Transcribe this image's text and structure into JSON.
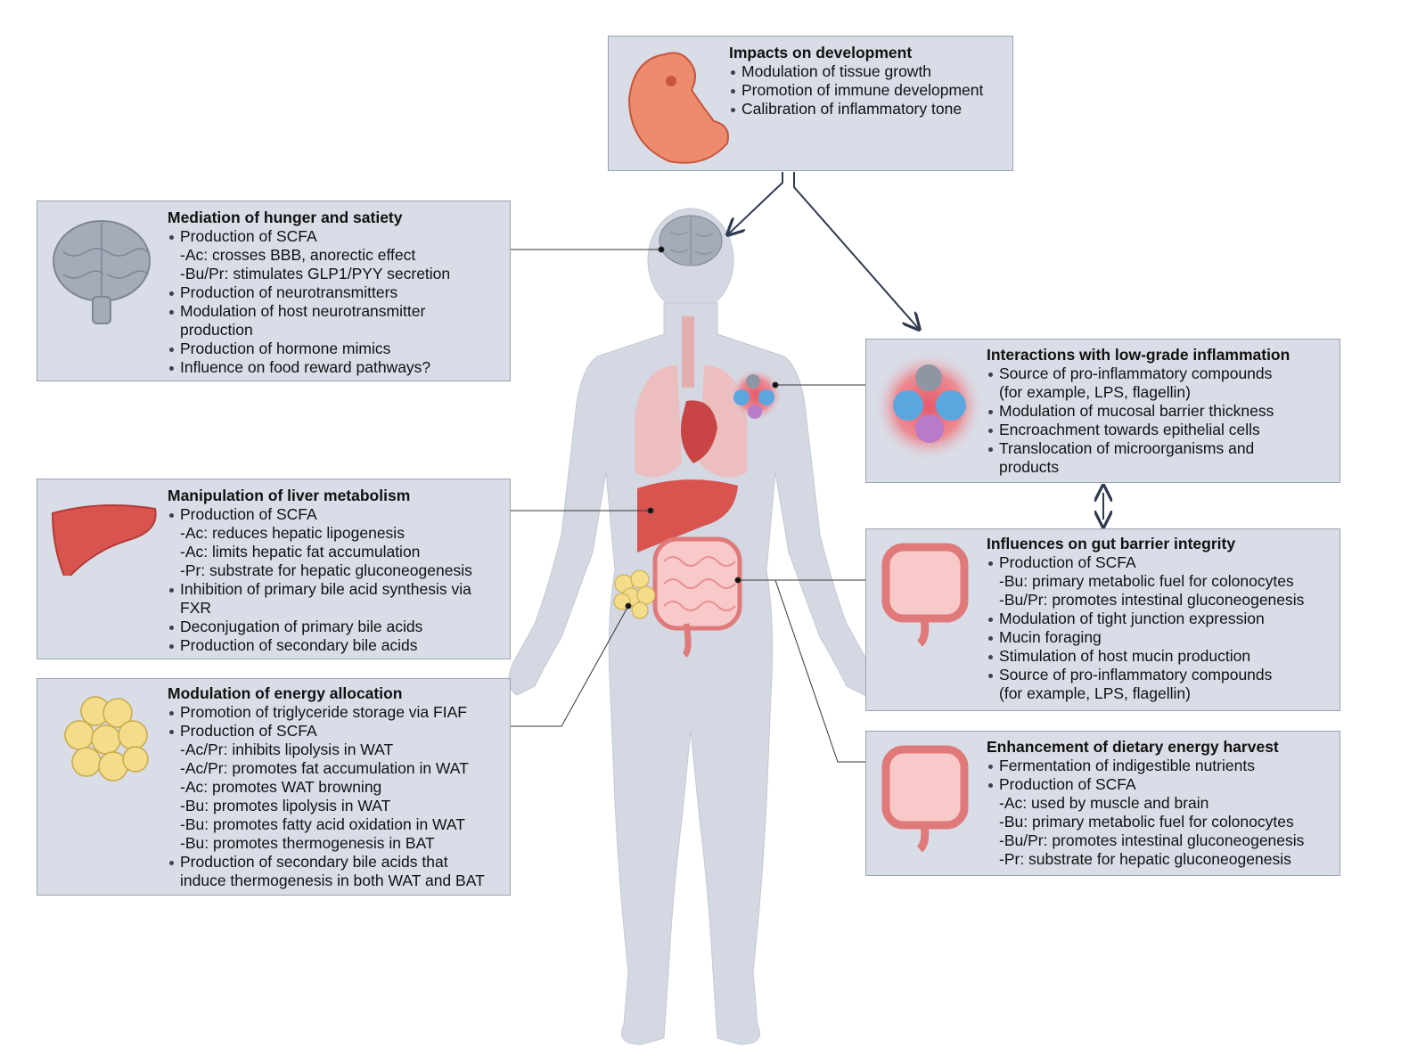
{
  "boxes": {
    "development": {
      "title": "Impacts on development",
      "lines": [
        {
          "t": "b",
          "text": "Modulation of tissue growth"
        },
        {
          "t": "b",
          "text": "Promotion of immune development"
        },
        {
          "t": "b",
          "text": "Calibration of inflammatory tone"
        }
      ]
    },
    "hunger": {
      "title": "Mediation of hunger and satiety",
      "lines": [
        {
          "t": "b",
          "text": "Production of SCFA"
        },
        {
          "t": "sub",
          "text": "-Ac: crosses BBB, anorectic effect"
        },
        {
          "t": "sub",
          "text": "-Bu/Pr: stimulates GLP1/PYY secretion"
        },
        {
          "t": "b",
          "text": "Production of neurotransmitters"
        },
        {
          "t": "b",
          "text": "Modulation of host neurotransmitter"
        },
        {
          "t": "cont",
          "text": "production"
        },
        {
          "t": "b",
          "text": "Production of hormone mimics"
        },
        {
          "t": "b",
          "text": "Influence on food reward pathways?"
        }
      ]
    },
    "liver": {
      "title": "Manipulation of liver metabolism",
      "lines": [
        {
          "t": "b",
          "text": "Production of SCFA"
        },
        {
          "t": "sub",
          "text": "-Ac: reduces hepatic lipogenesis"
        },
        {
          "t": "sub",
          "text": "-Ac: limits hepatic fat accumulation"
        },
        {
          "t": "sub",
          "text": "-Pr: substrate for hepatic gluconeogenesis"
        },
        {
          "t": "b",
          "text": "Inhibition of primary bile acid synthesis via"
        },
        {
          "t": "cont",
          "text": "FXR"
        },
        {
          "t": "b",
          "text": "Deconjugation of primary bile acids"
        },
        {
          "t": "b",
          "text": "Production of secondary bile acids"
        }
      ]
    },
    "energy": {
      "title": "Modulation of energy allocation",
      "lines": [
        {
          "t": "b",
          "text": "Promotion of triglyceride storage via FIAF"
        },
        {
          "t": "b",
          "text": "Production of SCFA"
        },
        {
          "t": "sub",
          "text": "-Ac/Pr: inhibits lipolysis in WAT"
        },
        {
          "t": "sub",
          "text": "-Ac/Pr: promotes fat accumulation in WAT"
        },
        {
          "t": "sub",
          "text": "-Ac: promotes WAT browning"
        },
        {
          "t": "sub",
          "text": "-Bu: promotes lipolysis in WAT"
        },
        {
          "t": "sub",
          "text": "-Bu: promotes fatty acid oxidation in WAT"
        },
        {
          "t": "sub",
          "text": "-Bu: promotes thermogenesis in BAT"
        },
        {
          "t": "b",
          "text": "Production of secondary bile acids that"
        },
        {
          "t": "cont",
          "text": "induce thermogenesis in both WAT and BAT"
        }
      ]
    },
    "inflammation": {
      "title": "Interactions with low-grade inflammation",
      "lines": [
        {
          "t": "b",
          "text": "Source of pro-inflammatory compounds"
        },
        {
          "t": "cont",
          "text": "(for example, LPS, flagellin)"
        },
        {
          "t": "b",
          "text": "Modulation of mucosal barrier thickness"
        },
        {
          "t": "b",
          "text": "Encroachment towards epithelial cells"
        },
        {
          "t": "b",
          "text": "Translocation of microorganisms and"
        },
        {
          "t": "cont",
          "text": "products"
        }
      ]
    },
    "barrier": {
      "title": "Influences on gut barrier integrity",
      "lines": [
        {
          "t": "b",
          "text": "Production of SCFA"
        },
        {
          "t": "sub",
          "text": "-Bu: primary metabolic fuel for colonocytes"
        },
        {
          "t": "sub",
          "text": "-Bu/Pr: promotes intestinal gluconeogenesis"
        },
        {
          "t": "b",
          "text": "Modulation of tight junction expression"
        },
        {
          "t": "b",
          "text": "Mucin foraging"
        },
        {
          "t": "b",
          "text": "Stimulation of host mucin production"
        },
        {
          "t": "b",
          "text": "Source of pro-inflammatory compounds"
        },
        {
          "t": "cont",
          "text": "(for example, LPS, flagellin)"
        }
      ]
    },
    "harvest": {
      "title": "Enhancement of dietary energy harvest",
      "lines": [
        {
          "t": "b",
          "text": "Fermentation of indigestible nutrients"
        },
        {
          "t": "b",
          "text": "Production of SCFA"
        },
        {
          "t": "sub",
          "text": "-Ac: used by muscle and brain"
        },
        {
          "t": "sub",
          "text": "-Bu: primary metabolic fuel for colonocytes"
        },
        {
          "t": "sub",
          "text": "-Bu/Pr: promotes intestinal gluconeogenesis"
        },
        {
          "t": "sub",
          "text": "-Pr: substrate for hepatic gluconeogenesis"
        }
      ]
    }
  },
  "colors": {
    "box": "#d9dde7",
    "border": "#9ba2b0",
    "body": "#d3d8e2",
    "organ": "#e26b66",
    "fat": "#f3dc8a",
    "arrow": "#2e3a4f"
  }
}
